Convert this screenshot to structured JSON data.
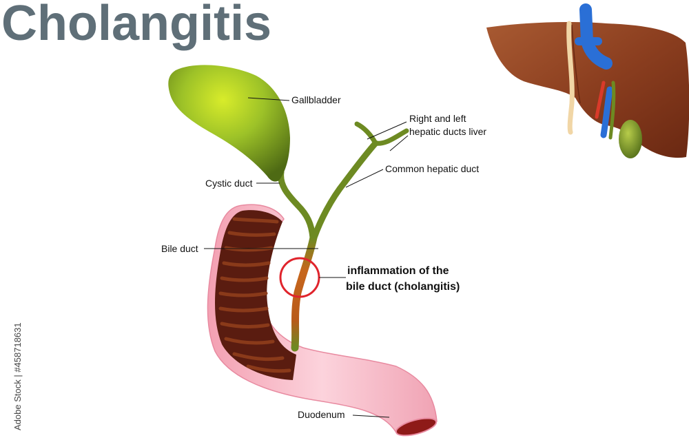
{
  "title": "Cholangitis",
  "labels": {
    "gallbladder": "Gallbladder",
    "hepatic_ducts_line1": "Right and left",
    "hepatic_ducts_line2": "hepatic ducts liver",
    "common_hepatic_duct": "Common hepatic duct",
    "cystic_duct": "Cystic duct",
    "bile_duct": "Bile duct",
    "inflammation_line1": "inflammation of the",
    "inflammation_line2": "bile duct (cholangitis)",
    "duodenum": "Duodenum"
  },
  "watermark": "Adobe Stock | #458718631",
  "colors": {
    "title": "#5f6f78",
    "gallbladder": "#7aa226",
    "duct": "#6d8a22",
    "inflamed_duct": "#c0621e",
    "duodenum": "#f7b8c4",
    "duodenum_inner": "#5a1c10",
    "liver": "#8e3c1e",
    "vein": "#2a6fd6",
    "artery": "#d93a2a",
    "highlight_circle": "#e0242c"
  }
}
